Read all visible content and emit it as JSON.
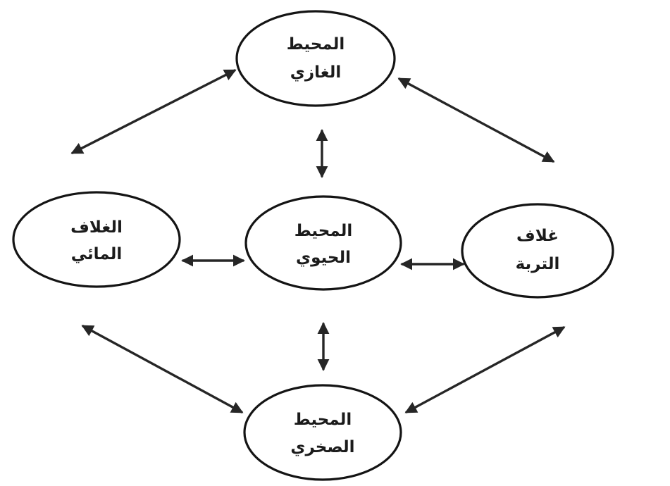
{
  "diagram": {
    "nodes": {
      "atmosphere": {
        "line1": "المحيط",
        "line2": "الغازي"
      },
      "hydrosphere": {
        "line1": "الغلاف",
        "line2": "المائي"
      },
      "biosphere": {
        "line1": "المحيط",
        "line2": "الحيوي"
      },
      "soil": {
        "line1": "غلاف",
        "line2": "التربة"
      },
      "lithosphere": {
        "line1": "المحيط",
        "line2": "الصخري"
      }
    }
  },
  "colors": {
    "stroke": "#141414",
    "text": "#1b1b1b",
    "background": "#ffffff"
  }
}
